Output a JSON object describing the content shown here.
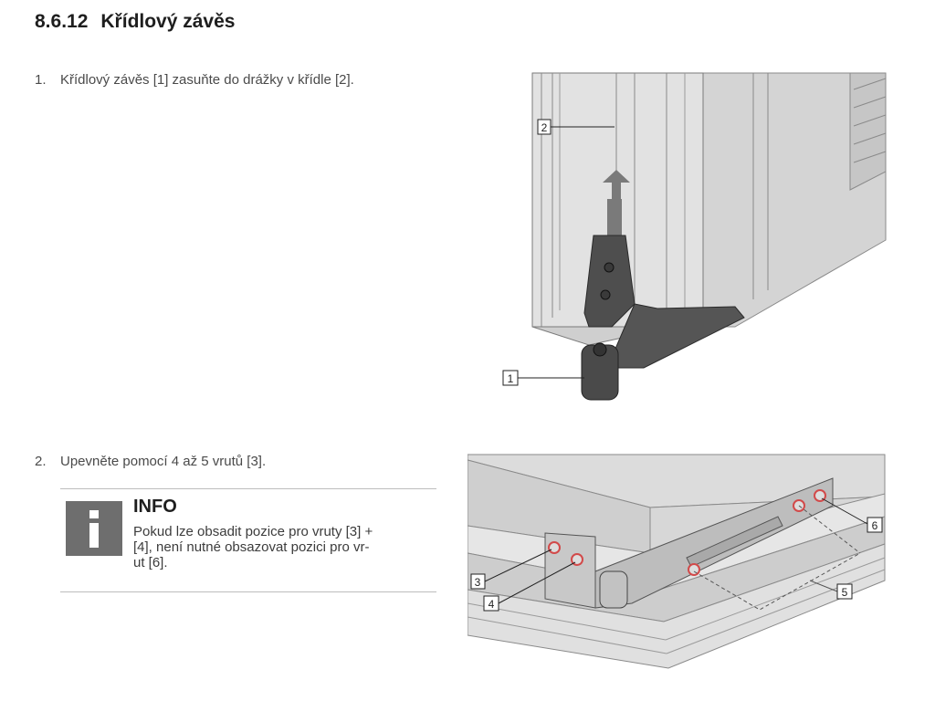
{
  "section": {
    "number": "8.6.12",
    "title": "Křídlový závěs"
  },
  "steps": [
    {
      "num": "1.",
      "text": "Křídlový závěs [1] zasuňte do drážky v křídle [2]."
    },
    {
      "num": "2.",
      "text": "Upevněte pomocí 4 až 5 vrutů [3]."
    }
  ],
  "info": {
    "icon": "info-icon",
    "title": "INFO",
    "lines": [
      "Pokud lze obsadit pozice pro vruty [3] +",
      "[4], není nutné obsazovat pozici pro vr-",
      "ut [6]."
    ]
  },
  "figure1": {
    "callouts": [
      "1",
      "2"
    ]
  },
  "figure2": {
    "callouts": [
      "3",
      "4",
      "5",
      "6"
    ]
  },
  "colors": {
    "accent_red": "#d24a4a",
    "icon_grey": "#6e6e6e"
  }
}
